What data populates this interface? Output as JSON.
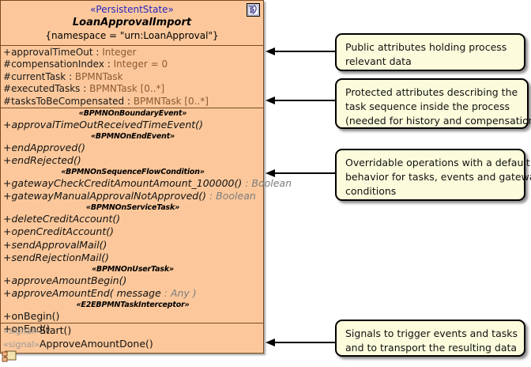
{
  "diagram": {
    "kind": "uml-class-diagram",
    "colors": {
      "class_fill": "#fcc89b",
      "class_border": "#7a4a22",
      "note_fill": "#fcfcdc",
      "note_border": "#000000",
      "stereotype_text": "#2626bf",
      "type_text": "#8a5a33",
      "return_type_text": "#7c7c7c",
      "signal_stereotype_text": "#9a9a9a",
      "background": "#ffffff"
    }
  },
  "class_box": {
    "stereotype": "«PersistentState»",
    "name": "LoanApprovalImport",
    "tagged_value": "{namespace = \"urn:LoanApproval\"}",
    "header_icon": "persistent-state-icon",
    "corner_icon": "package-diagram-icon",
    "attributes": [
      {
        "visibility": "+",
        "name": "approvalTimeOut",
        "sep": " : ",
        "type": "Integer"
      },
      {
        "visibility": "#",
        "name": "compensationIndex",
        "sep": " : ",
        "type": "Integer = 0"
      },
      {
        "visibility": "#",
        "name": "currentTask",
        "sep": " : ",
        "type": "BPMNTask"
      },
      {
        "visibility": "#",
        "name": "executedTasks",
        "sep": " : ",
        "type": "BPMNTask [0..*]"
      },
      {
        "visibility": "#",
        "name": "tasksToBeCompensated",
        "sep": " : ",
        "type": "BPMNTask [0..*]"
      }
    ],
    "operation_groups": [
      {
        "stereotype": "«BPMNOnBoundaryEvent»",
        "operations": [
          {
            "visibility": "+",
            "signature": "approvalTimeOutReceivedTimeEvent()",
            "return": "",
            "abstract": true
          }
        ]
      },
      {
        "stereotype": "«BPMNOnEndEvent»",
        "operations": [
          {
            "visibility": "+",
            "signature": "endApproved()",
            "return": "",
            "abstract": true
          },
          {
            "visibility": "+",
            "signature": "endRejected()",
            "return": "",
            "abstract": true
          }
        ]
      },
      {
        "stereotype": "«BPMNOnSequenceFlowCondition»",
        "operations": [
          {
            "visibility": "+",
            "signature": "gatewayCheckCreditAmountAmount_100000()",
            "return": " : Boolean",
            "abstract": true
          },
          {
            "visibility": "+",
            "signature": "gatewayManualApprovalNotApproved()",
            "return": " : Boolean",
            "abstract": true
          }
        ]
      },
      {
        "stereotype": "«BPMNOnServiceTask»",
        "operations": [
          {
            "visibility": "+",
            "signature": "deleteCreditAccount()",
            "return": "",
            "abstract": true
          },
          {
            "visibility": "+",
            "signature": "openCreditAccount()",
            "return": "",
            "abstract": true
          },
          {
            "visibility": "+",
            "signature": "sendApprovalMail()",
            "return": "",
            "abstract": true
          },
          {
            "visibility": "+",
            "signature": "sendRejectionMail()",
            "return": "",
            "abstract": true
          }
        ]
      },
      {
        "stereotype": "«BPMNOnUserTask»",
        "operations": [
          {
            "visibility": "+",
            "signature": "approveAmountBegin()",
            "return": "",
            "abstract": true
          },
          {
            "visibility": "+",
            "signature": "approveAmountEnd( message",
            "return": " : Any )",
            "abstract": true
          }
        ]
      },
      {
        "stereotype": "«E2EBPMNTaskInterceptor»",
        "operations": [
          {
            "visibility": "+",
            "signature": "onBegin()",
            "return": "",
            "abstract": false
          },
          {
            "visibility": "+",
            "signature": "onEnd()",
            "return": "",
            "abstract": false
          }
        ]
      }
    ],
    "signals": [
      {
        "stereotype": "«signal»",
        "name": "Start()"
      },
      {
        "stereotype": "«signal»",
        "name": "ApproveAmountDone()"
      }
    ]
  },
  "notes": [
    {
      "id": "public-attributes",
      "lines": [
        "Public attributes holding process",
        "relevant data"
      ]
    },
    {
      "id": "protected-attributes",
      "lines": [
        "Protected attributes describing the",
        "task sequence inside the process",
        "(needed for history and compensation)"
      ]
    },
    {
      "id": "overridable-operations",
      "lines": [
        "Overridable operations with a default",
        "behavior for tasks, events and gateway",
        "conditions"
      ]
    },
    {
      "id": "signals",
      "lines": [
        "Signals to trigger events and tasks",
        "and to transport the resulting data"
      ]
    }
  ]
}
